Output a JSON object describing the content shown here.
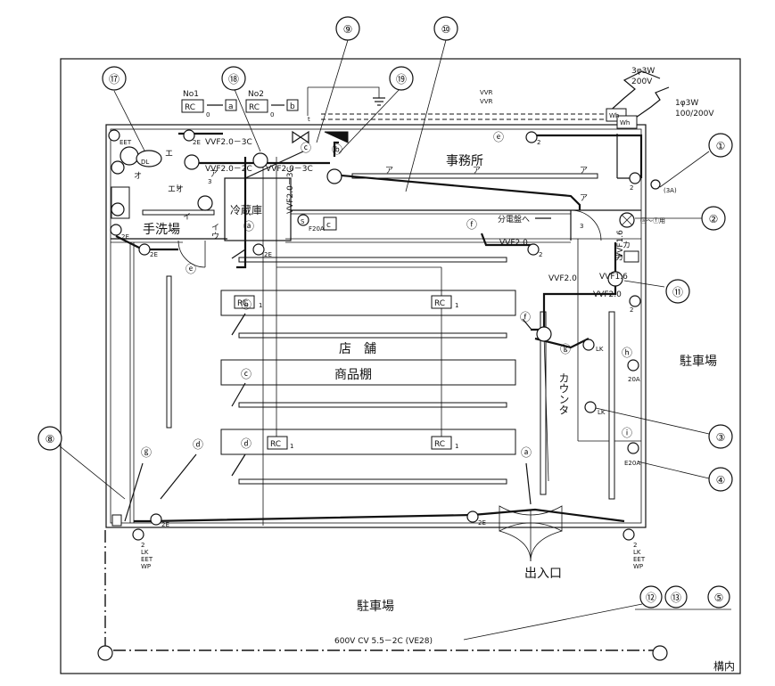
{
  "rooms": {
    "office": "事務所",
    "store": "店　舗",
    "shelf": "商品棚",
    "washroom": "手洗場",
    "fridge": "冷蔵庫",
    "entrance": "出入口",
    "parking_right": "駐車場",
    "parking_bottom": "駐車場",
    "premises": "構内",
    "counter": "カウンタ",
    "panel_to": "分電盤へ"
  },
  "callouts": [
    "①",
    "②",
    "③",
    "④",
    "⑤",
    "⑧",
    "⑨",
    "⑩",
    "⑪",
    "⑫",
    "⑬",
    "⑰",
    "⑱",
    "⑲"
  ],
  "supply": {
    "three_phase": "3φ3W",
    "three_phase_v": "200V",
    "single_phase": "1φ3W",
    "single_phase_v": "100/200V",
    "vvr1": "VVR",
    "vvr2": "VVR",
    "wh1": "Wh",
    "wh2": "Wh"
  },
  "cables": {
    "vvf_3c_1": "VVF2.0－3C",
    "vvf_2c": "VVF2.0－2C",
    "vvf_3c_2": "VVF2.0－3C",
    "vvf_3c_v": "VVF2.0－3C",
    "vvf20_f": "VVF2.0",
    "vvf16_v": "VVF1.6",
    "vvf20_a": "VVF2.0",
    "vvf16_b": "VVF1.6",
    "vvf20_b": "VVF2.0",
    "underground": "600V CV 5.5－2C (VE28)"
  },
  "remote": {
    "no1": "No1",
    "no2": "No2",
    "rc": "RC",
    "a": "a",
    "b": "b",
    "rc_small": "RC",
    "sub0": "0"
  },
  "letters": {
    "a": "ⓐ",
    "b": "ⓑ",
    "c": "ⓒ",
    "d": "ⓓ",
    "e": "ⓔ",
    "f": "ⓕ",
    "g": "ⓖ",
    "h": "ⓗ",
    "i": "ⓘ"
  },
  "plain": {
    "a": "ア",
    "i": "イ",
    "u": "ウ",
    "e": "エ",
    "o": "オ",
    "ka": "カ",
    "eo": "エオ",
    "ka2": "カ"
  },
  "marks": {
    "eet": "EET",
    "e2": "2E",
    "two": "2",
    "three": "3",
    "lk": "LK",
    "a20": "20A",
    "e20a": "E20A",
    "f20a": "F20A",
    "a3": "(3A)",
    "lk_stack": "LK",
    "eet_stack": "EET",
    "wp": "WP",
    "dl": "DL",
    "s": "S",
    "c": "c",
    "l": "L",
    "rc": "RC",
    "sub1": "1",
    "range": "ⓐ～ⓕ用",
    "t": "t"
  }
}
